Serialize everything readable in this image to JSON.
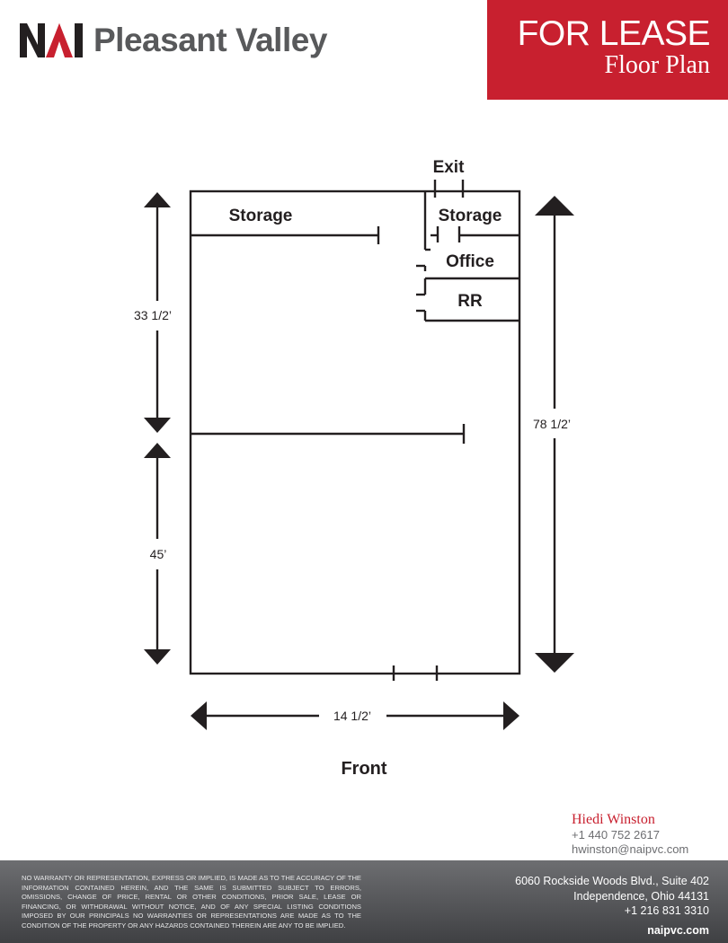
{
  "brand": {
    "logo_mark": "NAI",
    "logo_text": "Pleasant Valley",
    "colors": {
      "red": "#c8202f",
      "gray": "#58595b",
      "dark": "#231f20"
    }
  },
  "banner": {
    "title": "FOR LEASE",
    "subtitle": "Floor Plan"
  },
  "floor_plan": {
    "labels": {
      "exit": "Exit",
      "storage_left": "Storage",
      "storage_right": "Storage",
      "office": "Office",
      "restroom": "RR",
      "front": "Front"
    },
    "dimensions": {
      "upper_depth": "33 1/2’",
      "lower_depth": "45’",
      "total_depth": "78 1/2’",
      "width": "14 1/2’"
    }
  },
  "contact": {
    "name": "Hiedi Winston",
    "phone": "+1 440 752 2617",
    "email": "hwinston@naipvc.com"
  },
  "footer": {
    "disclaimer": "No warranty or representation, express or implied, is made as to the accuracy of the information contained herein, and the same is submitted subject to errors, omissions, change of price, rental or other conditions, prior sale, lease or financing, or withdrawal without notice, and of any special listing conditions imposed by our principals no warranties or representations are made as to the condition of the property or any hazards contained therein are any to be implied.",
    "address_line1": "6060 Rockside Woods Blvd., Suite 402",
    "address_line2": "Independence, Ohio 44131",
    "phone": "+1 216 831 3310",
    "website": "naipvc.com"
  }
}
